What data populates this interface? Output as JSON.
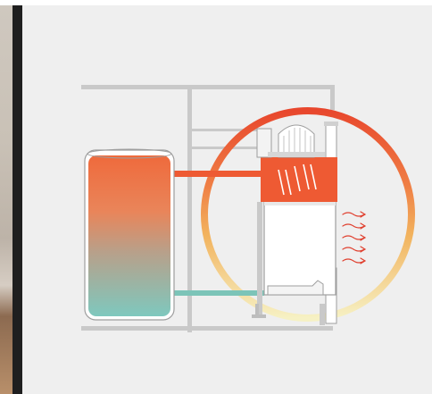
{
  "diagram": {
    "kind": "heating system schematic",
    "elements": [
      "storage-tank",
      "fireplace-insert",
      "chimney-flue",
      "building-pipes",
      "hot-flow-pipe",
      "cold-return-pipe",
      "heat-ring",
      "heat-radiation-arrows"
    ],
    "colors": {
      "hot": "#ee5a33",
      "warm": "#f0a05a",
      "cold": "#7cc4b8",
      "ring_top": "#e8472d",
      "ring_bottom": "#f4f0b8",
      "pipe": "#c9c9c9",
      "outline": "#9e9e9e",
      "arrow": "#e0402f",
      "background": "#efefef"
    }
  }
}
